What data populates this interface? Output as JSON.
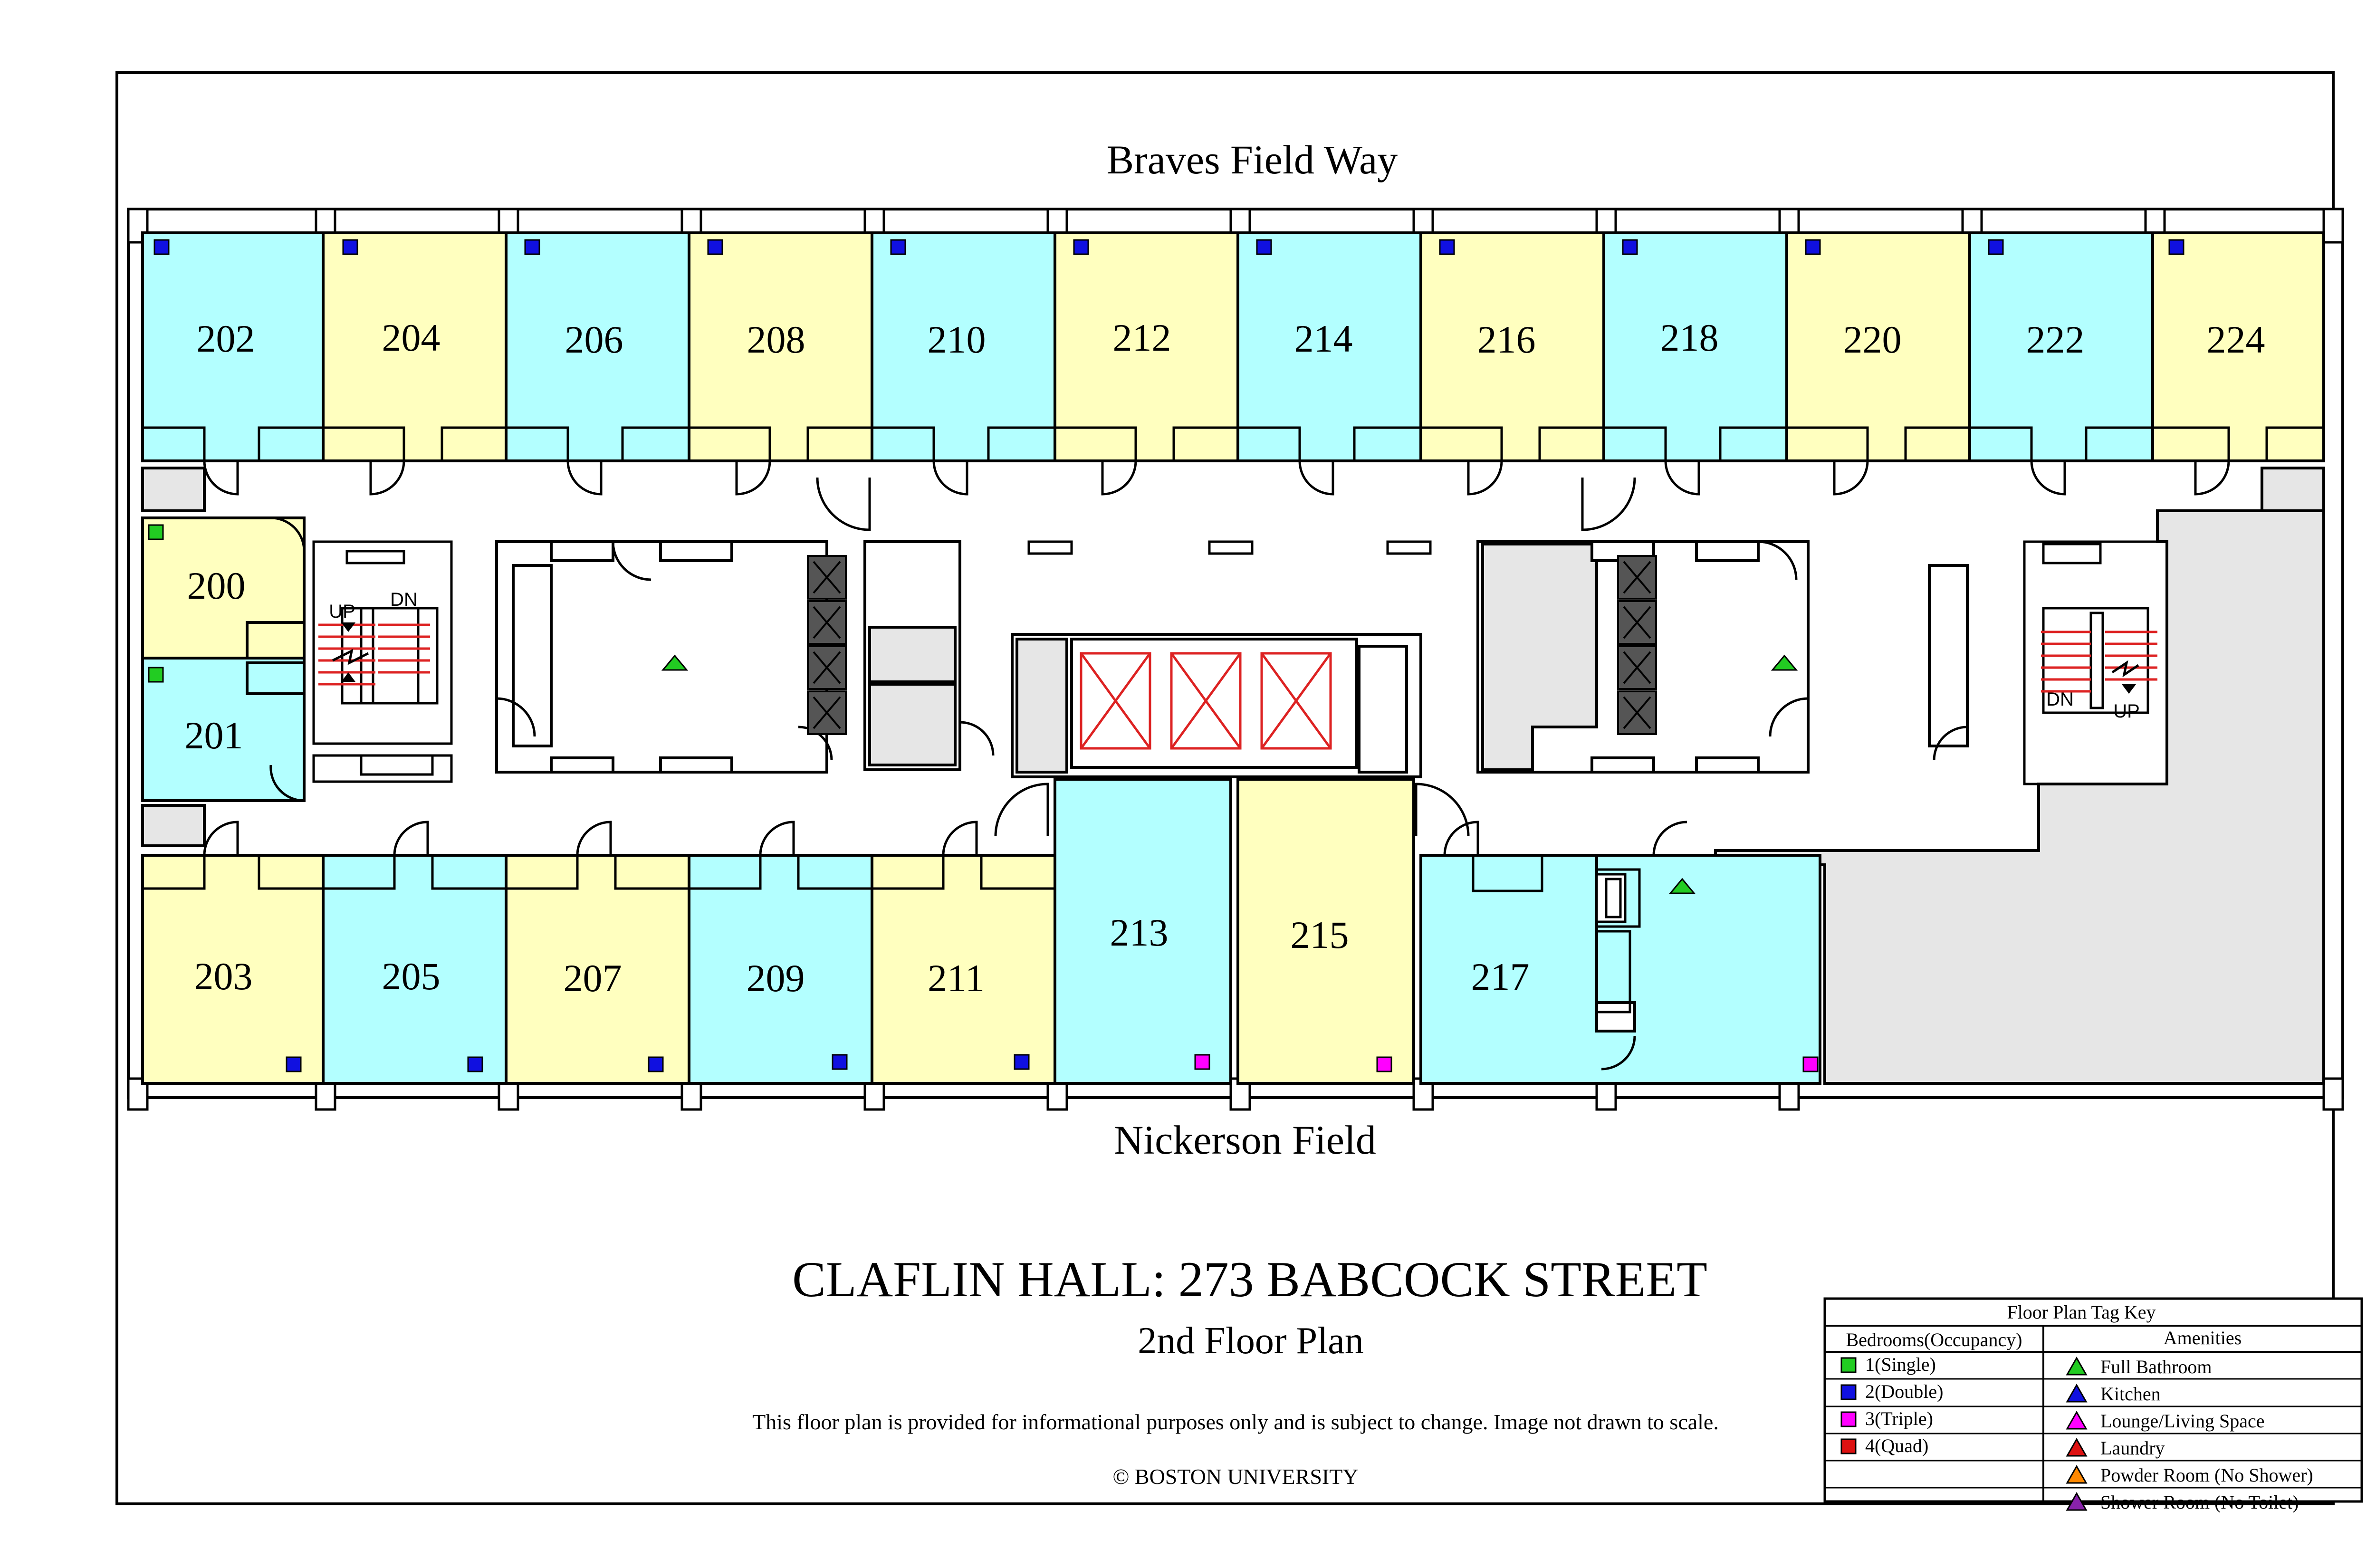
{
  "street_top": "Braves Field Way",
  "street_bottom": "Nickerson Field",
  "title": "CLAFLIN HALL: 273 BABCOCK STREET",
  "subtitle": "2nd Floor Plan",
  "disclaimer": "This floor plan is provided for informational purposes only and is subject to change. Image not drawn to scale.",
  "copyright": "© BOSTON UNIVERSITY",
  "colors": {
    "cyan_room": "#b3ffff",
    "yellow_room": "#ffffbf",
    "gray_area": "#e6e6e6",
    "single": "#22cc22",
    "double": "#1010e0",
    "triple": "#ff00ff",
    "quad": "#dd1111",
    "elevator_x": "#dd2222"
  },
  "rooms": {
    "r202": {
      "number": "202",
      "fill": "cyan",
      "occupancy": "double"
    },
    "r204": {
      "number": "204",
      "fill": "yellow",
      "occupancy": "double"
    },
    "r206": {
      "number": "206",
      "fill": "cyan",
      "occupancy": "double"
    },
    "r208": {
      "number": "208",
      "fill": "yellow",
      "occupancy": "double"
    },
    "r210": {
      "number": "210",
      "fill": "cyan",
      "occupancy": "double"
    },
    "r212": {
      "number": "212",
      "fill": "yellow",
      "occupancy": "double"
    },
    "r214": {
      "number": "214",
      "fill": "cyan",
      "occupancy": "double"
    },
    "r216": {
      "number": "216",
      "fill": "yellow",
      "occupancy": "double"
    },
    "r218": {
      "number": "218",
      "fill": "cyan",
      "occupancy": "double"
    },
    "r220": {
      "number": "220",
      "fill": "yellow",
      "occupancy": "double"
    },
    "r222": {
      "number": "222",
      "fill": "cyan",
      "occupancy": "double"
    },
    "r224": {
      "number": "224",
      "fill": "yellow",
      "occupancy": "double"
    },
    "r200": {
      "number": "200",
      "fill": "yellow",
      "occupancy": "single"
    },
    "r201": {
      "number": "201",
      "fill": "cyan",
      "occupancy": "single"
    },
    "r203": {
      "number": "203",
      "fill": "yellow",
      "occupancy": "double"
    },
    "r205": {
      "number": "205",
      "fill": "cyan",
      "occupancy": "double"
    },
    "r207": {
      "number": "207",
      "fill": "yellow",
      "occupancy": "double"
    },
    "r209": {
      "number": "209",
      "fill": "cyan",
      "occupancy": "double"
    },
    "r211": {
      "number": "211",
      "fill": "yellow",
      "occupancy": "double"
    },
    "r213": {
      "number": "213",
      "fill": "cyan",
      "occupancy": "triple"
    },
    "r215": {
      "number": "215",
      "fill": "yellow",
      "occupancy": "triple"
    },
    "r217": {
      "number": "217",
      "fill": "cyan",
      "occupancy": "triple"
    }
  },
  "stairs": {
    "left_up": "UP",
    "left_down": "DN",
    "right_up": "UP",
    "right_down": "DN"
  },
  "legend": {
    "title": "Floor Plan Tag Key",
    "bedrooms_header": "Bedrooms(Occupancy)",
    "amenities_header": "Amenities",
    "bedrooms": [
      {
        "label": "1(Single)",
        "color": "#22cc22"
      },
      {
        "label": "2(Double)",
        "color": "#1010e0"
      },
      {
        "label": "3(Triple)",
        "color": "#ff00ff"
      },
      {
        "label": "4(Quad)",
        "color": "#dd1111"
      }
    ],
    "amenities": [
      {
        "label": "Full Bathroom",
        "color": "#22cc22"
      },
      {
        "label": "Kitchen",
        "color": "#1010e0"
      },
      {
        "label": "Lounge/Living Space",
        "color": "#ff00ff"
      },
      {
        "label": "Laundry",
        "color": "#dd1111"
      },
      {
        "label": "Powder Room (No Shower)",
        "color": "#ff8800"
      },
      {
        "label": "Shower Room (No Toilet)",
        "color": "#8822aa"
      }
    ]
  }
}
